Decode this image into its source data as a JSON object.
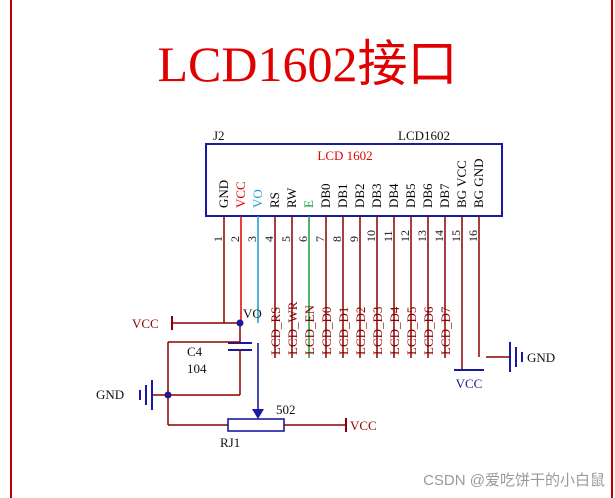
{
  "title": "LCD1602接口",
  "component": {
    "designator": "J2",
    "part": "LCD1602",
    "body_label": "LCD 1602",
    "pins": [
      {
        "num": "1",
        "name": "GND",
        "net": "",
        "color": "#000000"
      },
      {
        "num": "2",
        "name": "VCC",
        "net": "",
        "color": "#e00000"
      },
      {
        "num": "3",
        "name": "VO",
        "net": "VO",
        "color": "#1a9ad6"
      },
      {
        "num": "4",
        "name": "RS",
        "net": "LCD_RS",
        "color": "#000000"
      },
      {
        "num": "5",
        "name": "RW",
        "net": "LCD_WR",
        "color": "#000000"
      },
      {
        "num": "6",
        "name": "E",
        "net": "LCD_EN",
        "color": "#1a9a3a"
      },
      {
        "num": "7",
        "name": "DB0",
        "net": "LCD_D0",
        "color": "#000000"
      },
      {
        "num": "8",
        "name": "DB1",
        "net": "LCD_D1",
        "color": "#000000"
      },
      {
        "num": "9",
        "name": "DB2",
        "net": "LCD_D2",
        "color": "#000000"
      },
      {
        "num": "10",
        "name": "DB3",
        "net": "LCD_D3",
        "color": "#000000"
      },
      {
        "num": "11",
        "name": "DB4",
        "net": "LCD_D4",
        "color": "#000000"
      },
      {
        "num": "12",
        "name": "DB5",
        "net": "LCD_D5",
        "color": "#000000"
      },
      {
        "num": "13",
        "name": "DB6",
        "net": "LCD_D6",
        "color": "#000000"
      },
      {
        "num": "14",
        "name": "DB7",
        "net": "LCD_D7",
        "color": "#000000"
      },
      {
        "num": "15",
        "name": "BG VCC",
        "net": "",
        "color": "#000000"
      },
      {
        "num": "16",
        "name": "BG GND",
        "net": "",
        "color": "#000000"
      }
    ]
  },
  "power": {
    "vcc": "VCC",
    "gnd": "GND"
  },
  "capacitor": {
    "designator": "C4",
    "value": "104"
  },
  "resistor": {
    "designator": "RJ1",
    "value": "502"
  },
  "watermark": "CSDN @爱吃饼干的小白鼠",
  "colors": {
    "title": "#e00000",
    "border": "#c00000",
    "wire": "#8b0000",
    "component": "#1a1aa0",
    "vo_wire": "#1a9ad6",
    "vcc_wire": "#e00000",
    "en_wire": "#1a9a3a"
  }
}
